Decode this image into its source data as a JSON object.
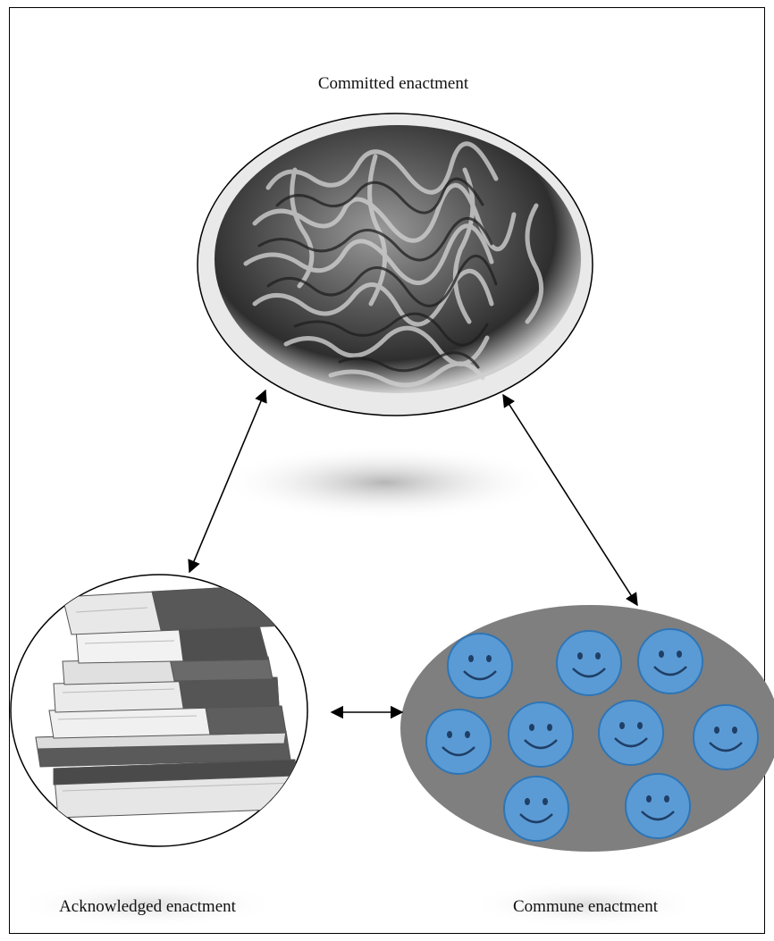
{
  "nodes": {
    "committed": {
      "label": "Committed enactment",
      "picture": "brain-image"
    },
    "acknowledged": {
      "label": "Acknowledged enactment",
      "picture": "book-stack-image"
    },
    "commune": {
      "label": "Commune enactment",
      "picture": "smiley-group-image",
      "face_count": 9
    }
  },
  "edges": [
    {
      "from": "acknowledged",
      "to": "committed",
      "arrows": "both"
    },
    {
      "from": "committed",
      "to": "commune",
      "arrows": "both"
    },
    {
      "from": "acknowledged",
      "to": "commune",
      "arrows": "both"
    }
  ],
  "colors": {
    "face_fill": "#5b9bd5",
    "face_stroke": "#2e75b6",
    "commune_bg": "#7f7f7f",
    "arrow": "#000000"
  }
}
